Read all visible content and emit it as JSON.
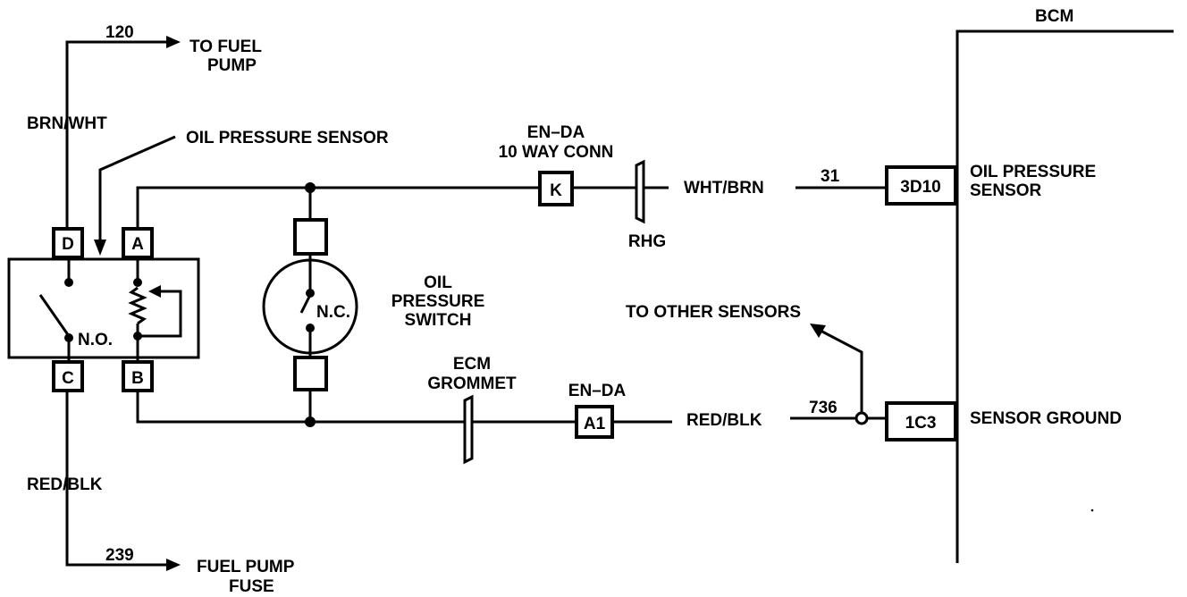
{
  "bcm": {
    "title": "BCM",
    "pin_oil": "3D10",
    "pin_ground": "1C3",
    "label_oil": [
      "OIL PRESSURE",
      "SENSOR"
    ],
    "label_ground": "SENSOR GROUND"
  },
  "sensor": {
    "callout": "OIL PRESSURE SENSOR",
    "pins": {
      "d": "D",
      "a": "A",
      "c": "C",
      "b": "B"
    },
    "no_label": "N.O."
  },
  "switch": {
    "nc_label": "N.C.",
    "label": [
      "OIL",
      "PRESSURE",
      "SWITCH"
    ]
  },
  "fuel_pump": {
    "circuit": "120",
    "label": [
      "TO FUEL",
      "PUMP"
    ],
    "wire": "BRN/WHT"
  },
  "fuse": {
    "wire": "RED/BLK",
    "circuit": "239",
    "label": [
      "FUEL PUMP",
      "FUSE"
    ]
  },
  "signal_path": {
    "conn_label": [
      "EN–DA",
      "10 WAY CONN"
    ],
    "conn_pin": "K",
    "splice_label": "RHG",
    "wire": "WHT/BRN",
    "circuit": "31"
  },
  "ground_path": {
    "grommet_label": [
      "ECM",
      "GROMMET"
    ],
    "conn_label": "EN–DA",
    "conn_pin": "A1",
    "wire": "RED/BLK",
    "circuit": "736",
    "other": "TO OTHER SENSORS"
  }
}
